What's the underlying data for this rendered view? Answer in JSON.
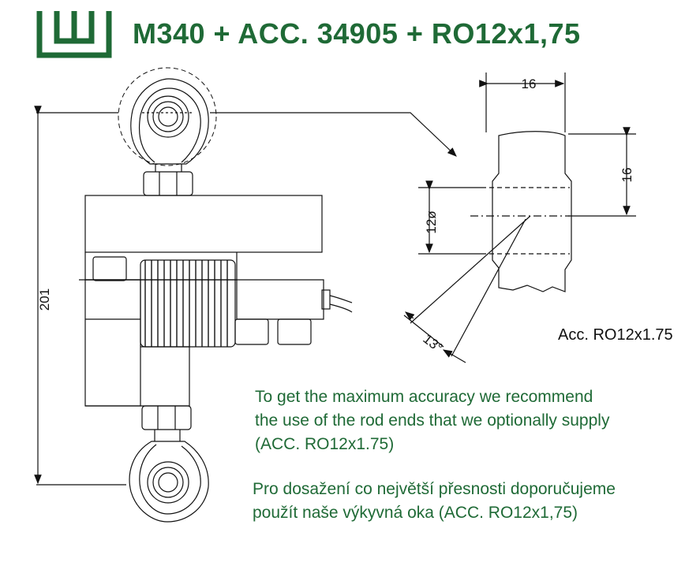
{
  "header": {
    "title": "M340 + ACC. 34905 + RO12x1,75",
    "brand_color": "#1f6a36"
  },
  "dimensions": {
    "overall_height": "201",
    "rod_width": "16",
    "rod_height": "16",
    "bore_diameter": "12ø",
    "angle": "13°"
  },
  "accessory_label": "Acc. RO12x1.75",
  "notes": {
    "english": [
      "To get the maximum accuracy we recommend",
      "the use of the rod ends that we optionally supply",
      "(ACC. RO12x1.75)"
    ],
    "czech": [
      "Pro dosažení co největší přesnosti doporučujeme",
      "použít naše výkyvná oka (ACC. RO12x1,75)"
    ]
  }
}
